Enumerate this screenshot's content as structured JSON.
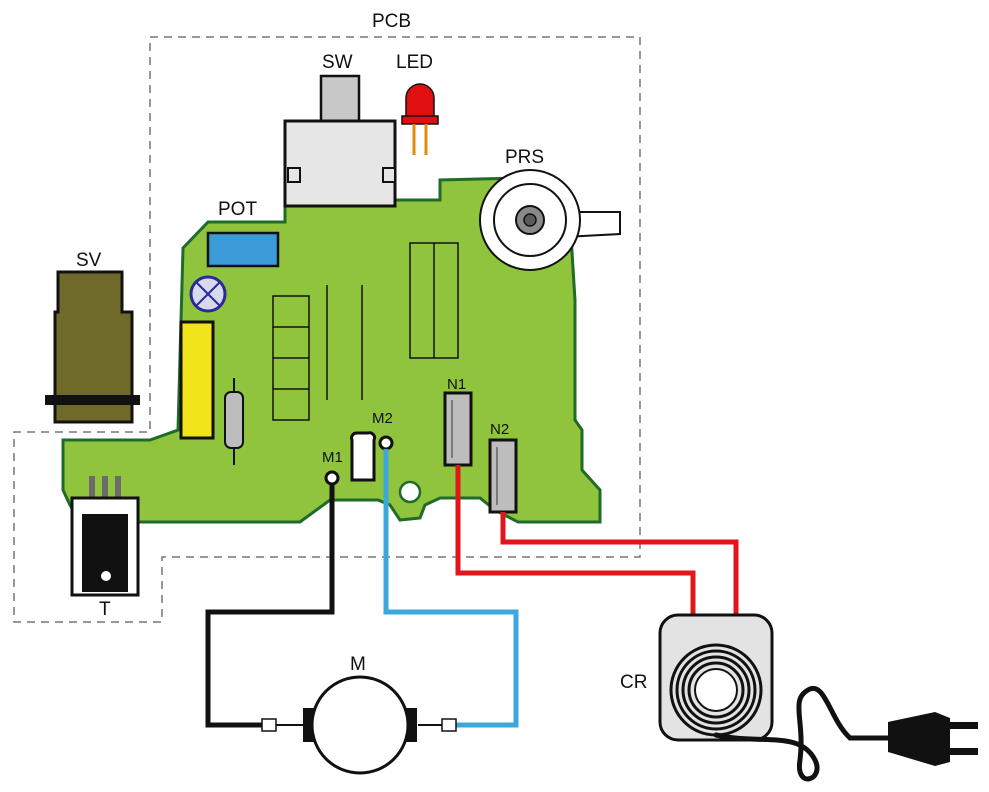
{
  "labels": {
    "pcb": "PCB",
    "sw": "SW",
    "led": "LED",
    "prs": "PRS",
    "pot": "POT",
    "sv": "SV",
    "n1": "N1",
    "n2": "N2",
    "m1": "M1",
    "m2": "M2",
    "t": "T",
    "m": "M",
    "cr": "CR"
  },
  "colors": {
    "board": "#8fc43c",
    "board_edge": "#1f6b2a",
    "wire_red": "#e0161b",
    "wire_blue": "#3aa7dd",
    "wire_black": "#111111",
    "sv_body": "#6f6a2a",
    "pot_body": "#3b9bd8",
    "yellow_part": "#f2e41a",
    "led_red": "#e01010",
    "dashed": "#777777"
  }
}
